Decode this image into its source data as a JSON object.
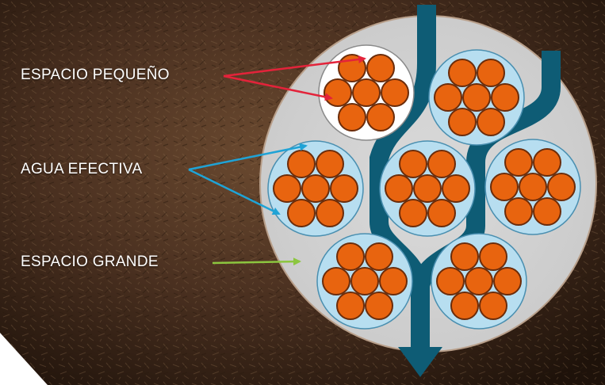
{
  "labels": {
    "small_space": "ESPACIO PEQUEÑO",
    "effective_water": "AGUA EFECTIVA",
    "large_space": "ESPACIO GRANDE"
  },
  "colors": {
    "particle_fill": "#e8640f",
    "particle_stroke": "#6b2c0a",
    "water_film": "#b7def0",
    "water_film_stroke": "#4a8fb0",
    "dry_cluster": "#ffffff",
    "pore_disc": "#d8d8d8",
    "flow_channel": "#0e5c75",
    "arrow_small_space": "#e3233a",
    "arrow_effective_water": "#1fa3d6",
    "arrow_large_space": "#8cc63f"
  }
}
